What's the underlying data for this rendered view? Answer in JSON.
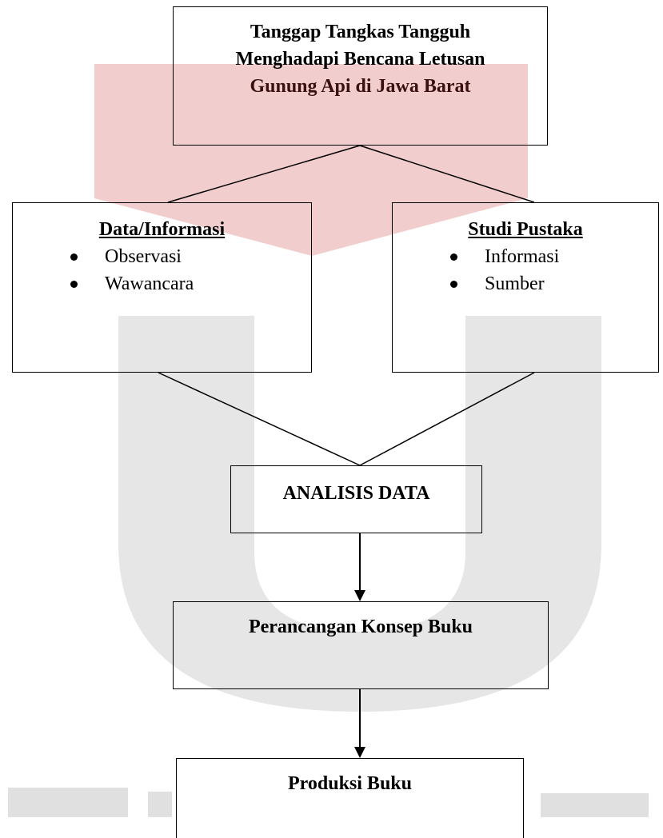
{
  "title_box": {
    "lines": [
      "Tanggap Tangkas Tangguh",
      "Menghadapi Bencana Letusan",
      "Gunung Api di Jawa Barat"
    ]
  },
  "data_box": {
    "heading": "Data/Informasi",
    "items": [
      "Observasi",
      "Wawancara"
    ]
  },
  "studi_box": {
    "heading": "Studi Pustaka",
    "items": [
      "Informasi",
      "Sumber"
    ]
  },
  "analisis_box": {
    "label": "ANALISIS DATA"
  },
  "perancangan_box": {
    "label": "Perancangan Konsep Buku"
  },
  "produksi_box": {
    "label": "Produksi Buku"
  },
  "colors": {
    "line": "#000000",
    "watermark_red": "#e8b4b4",
    "watermark_gray": "#e4e4e4",
    "title_text_last_line": "#3a1010"
  }
}
